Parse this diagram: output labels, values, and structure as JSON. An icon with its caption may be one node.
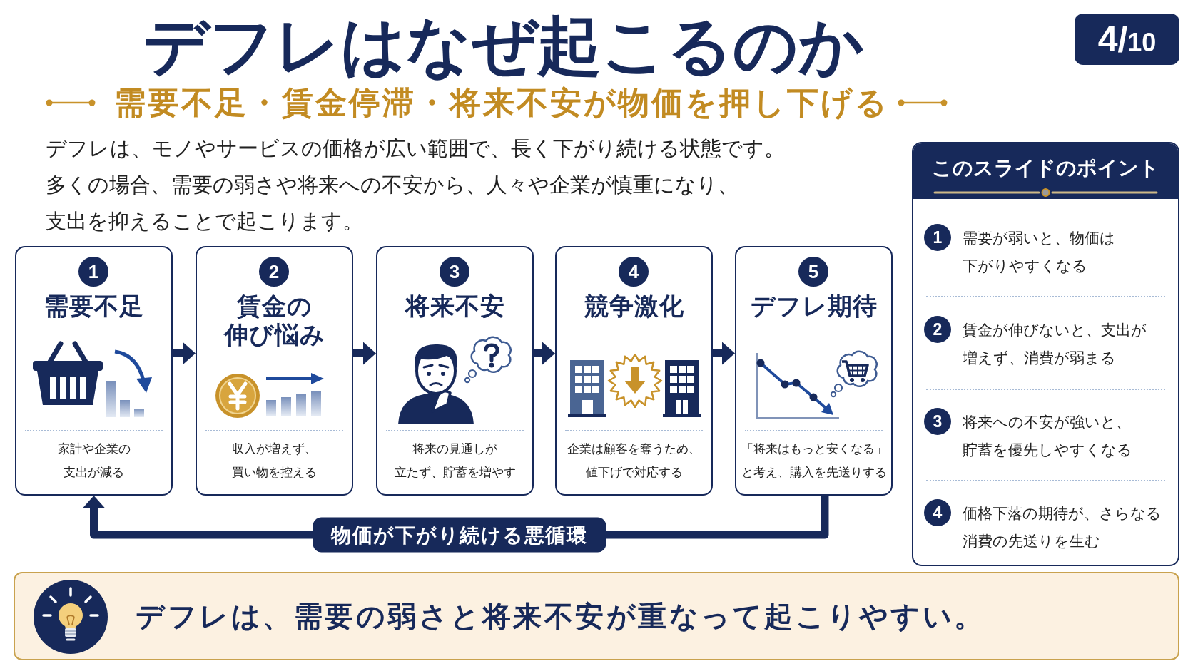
{
  "diagram": {
    "title": "デフレはなぜ起こるのか",
    "nodes": [
      {
        "text": [
          "4/10"
        ]
      },
      {
        "text": [
          "需要不足",
          "家計や企業の支出が減る"
        ]
      },
      {
        "text": [
          "1"
        ],
        "in": 1
      },
      {
        "text": [
          "賃金の伸び悩み",
          "収入が増えず、買い物を控える"
        ]
      },
      {
        "text": [
          "2"
        ],
        "in": 3
      },
      {
        "text": [
          "将来不安",
          "将来の見通しが立たず、貯蓄を増やす"
        ]
      },
      {
        "text": [
          "3"
        ],
        "in": 5
      },
      {
        "text": [
          "競争激化",
          "企業は顧客を奪うため、値下げで対応する"
        ]
      },
      {
        "text": [
          "4"
        ],
        "in": 7
      },
      {
        "text": [
          "デフレ期待",
          "「将来はもっと安くなる」と考え、購入を先送りする"
        ]
      },
      {
        "text": [
          "5"
        ],
        "in": 9
      },
      {
        "text": [
          "このスライドのポイント"
        ]
      },
      {
        "text": [
          "1"
        ],
        "in": 11,
        "beside": [
          "需要が弱いと、物価は下がりやすくなる"
        ]
      },
      {
        "text": [
          "2"
        ],
        "in": 11,
        "beside": [
          "賃金が伸びないと、支出が増えず、消費が弱まる"
        ]
      },
      {
        "text": [
          "3"
        ],
        "in": 11,
        "beside": [
          "将来への不安が強いと、貯蓄を優先しやすくなる"
        ]
      },
      {
        "text": [
          "4"
        ],
        "in": 11,
        "beside": [
          "価格下落の期待が、さらなる消費の先送りを生む"
        ]
      },
      {
        "text": [
          "デフレは、需要の弱さと将来不安が重なって起こりやすい。"
        ]
      }
    ],
    "edges": [
      {
        "from": 1,
        "to": 3,
        "arrow": "to"
      },
      {
        "from": 3,
        "to": 5,
        "arrow": "to"
      },
      {
        "from": 5,
        "to": 7,
        "arrow": "to"
      },
      {
        "from": 7,
        "to": 9,
        "arrow": "to"
      },
      {
        "from": 9,
        "to": 1,
        "arrow": "to",
        "label": "物価が下がり続ける悪循環"
      }
    ],
    "labels": [
      "需要不足・賃金停滞・将来不安が物価を押し下げる",
      "デフレは、モノやサービスの価格が広い範囲で、長く下がり続ける状態です。",
      "多くの場合、需要の弱さや将来への不安から、人々や企業が慎重になり、支出を抑えることで起こります。"
    ]
  }
}
